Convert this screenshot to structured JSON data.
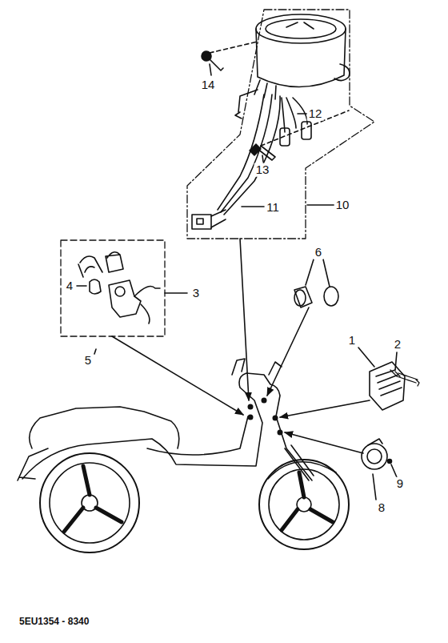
{
  "diagram": {
    "labels": [
      "14",
      "12",
      "13",
      "11",
      "10",
      "3",
      "4",
      "6",
      "5",
      "1",
      "2",
      "8",
      "9",
      "5EU1354 - 8340"
    ]
  }
}
